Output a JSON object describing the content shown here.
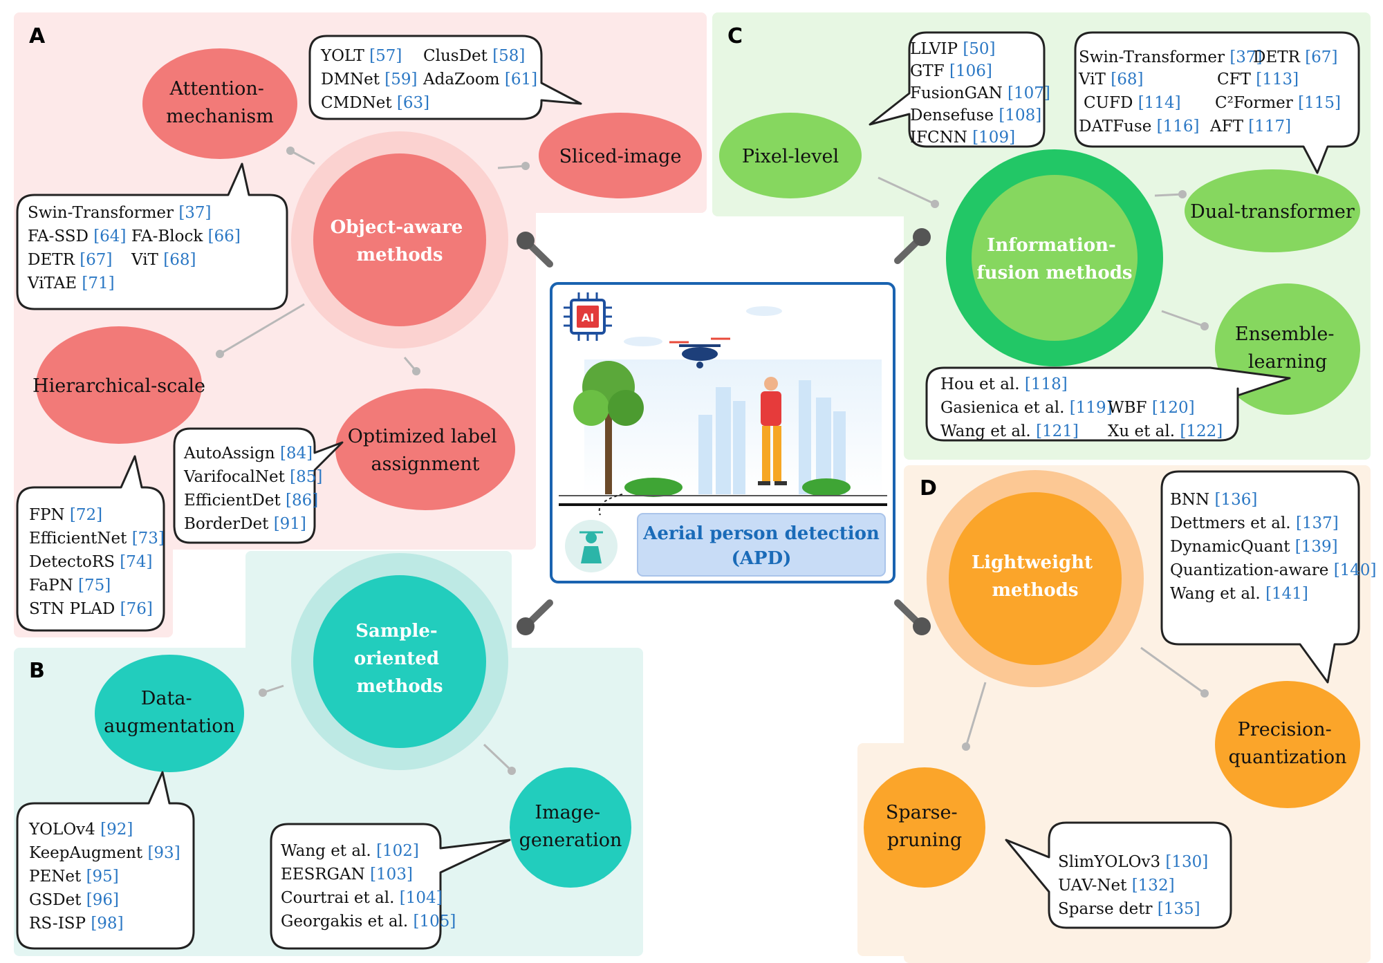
{
  "panels": {
    "a": "A",
    "b": "B",
    "c": "C",
    "d": "D"
  },
  "center": {
    "title_line1": "Aerial person detection",
    "title_line2": "(APD)",
    "chip_label": "AI"
  },
  "categories": {
    "object_aware": [
      "Object-aware",
      "methods"
    ],
    "sample_oriented": [
      "Sample-",
      "oriented",
      "methods"
    ],
    "info_fusion": [
      "Information-",
      "fusion methods"
    ],
    "lightweight": [
      "Lightweight",
      "methods"
    ]
  },
  "subtopics": {
    "attention": [
      "Attention-",
      "mechanism"
    ],
    "sliced": [
      "Sliced-image"
    ],
    "hierarchical": [
      "Hierarchical-scale"
    ],
    "optimized": [
      "Optimized label",
      "assignment"
    ],
    "data_aug": [
      "Data-",
      "augmentation"
    ],
    "image_gen": [
      "Image-",
      "generation"
    ],
    "pixel": [
      "Pixel-level"
    ],
    "dual": [
      "Dual-transformer"
    ],
    "ensemble": [
      "Ensemble-",
      "learning"
    ],
    "precision": [
      "Precision-",
      "quantization"
    ],
    "sparse": [
      "Sparse-",
      "pruning"
    ]
  },
  "refs": {
    "sliced": [
      {
        "name": "YOLT",
        "num": "[57]"
      },
      {
        "name": "ClusDet",
        "num": "[58]"
      },
      {
        "name": "DMNet",
        "num": "[59]"
      },
      {
        "name": "AdaZoom",
        "num": "[61]"
      },
      {
        "name": "CMDNet",
        "num": "[63]"
      }
    ],
    "attention": [
      {
        "name": "Swin-Transformer",
        "num": "[37]"
      },
      {
        "name": "FA-SSD",
        "num": "[64]"
      },
      {
        "name": "FA-Block",
        "num": "[66]"
      },
      {
        "name": "DETR",
        "num": "[67]"
      },
      {
        "name": "ViT",
        "num": "[68]"
      },
      {
        "name": "ViTAE",
        "num": "[71]"
      }
    ],
    "optimized": [
      {
        "name": "AutoAssign",
        "num": "[84]"
      },
      {
        "name": "VarifocalNet",
        "num": "[85]"
      },
      {
        "name": "EfficientDet",
        "num": "[86]"
      },
      {
        "name": "BorderDet",
        "num": "[91]"
      }
    ],
    "hierarchical": [
      {
        "name": "FPN",
        "num": "[72]"
      },
      {
        "name": "EfficientNet",
        "num": "[73]"
      },
      {
        "name": "DetectoRS",
        "num": "[74]"
      },
      {
        "name": "FaPN",
        "num": "[75]"
      },
      {
        "name": "STN PLAD",
        "num": "[76]"
      }
    ],
    "data_aug": [
      {
        "name": "YOLOv4",
        "num": "[92]"
      },
      {
        "name": "KeepAugment",
        "num": "[93]"
      },
      {
        "name": "PENet",
        "num": "[95]"
      },
      {
        "name": "GSDet",
        "num": "[96]"
      },
      {
        "name": "RS-ISP",
        "num": "[98]"
      }
    ],
    "image_gen": [
      {
        "name": "Wang et al.",
        "num": "[102]"
      },
      {
        "name": "EESRGAN",
        "num": "[103]"
      },
      {
        "name": "Courtrai et al.",
        "num": "[104]"
      },
      {
        "name": "Georgakis et al.",
        "num": "[105]"
      }
    ],
    "pixel": [
      {
        "name": "LLVIP",
        "num": "[50]"
      },
      {
        "name": "GTF",
        "num": "[106]"
      },
      {
        "name": "FusionGAN",
        "num": "[107]"
      },
      {
        "name": "Densefuse",
        "num": "[108]"
      },
      {
        "name": "IFCNN",
        "num": "[109]"
      }
    ],
    "dual": [
      {
        "name": "Swin-Transformer",
        "num": "[37]"
      },
      {
        "name": "DETR",
        "num": "[67]"
      },
      {
        "name": "ViT",
        "num": "[68]"
      },
      {
        "name": "CFT",
        "num": "[113]"
      },
      {
        "name": "CUFD",
        "num": "[114]"
      },
      {
        "name": "C²Former",
        "num": "[115]"
      },
      {
        "name": "DATFuse",
        "num": "[116]"
      },
      {
        "name": "AFT",
        "num": "[117]"
      }
    ],
    "ensemble": [
      {
        "name": "Hou et al.",
        "num": "[118]"
      },
      {
        "name": "Gasienica et al.",
        "num": "[119]"
      },
      {
        "name": "WBF",
        "num": "[120]"
      },
      {
        "name": "Wang et al.",
        "num": "[121]"
      },
      {
        "name": "Xu et al.",
        "num": "[122]"
      }
    ],
    "precision": [
      {
        "name": "BNN",
        "num": "[136]"
      },
      {
        "name": "Dettmers et al.",
        "num": "[137]"
      },
      {
        "name": "DynamicQuant",
        "num": "[139]"
      },
      {
        "name": "Quantization-aware",
        "num": "[140]"
      },
      {
        "name": "Wang et al.",
        "num": "[141]"
      }
    ],
    "sparse": [
      {
        "name": "SlimYOLOv3",
        "num": "[130]"
      },
      {
        "name": "UAV-Net",
        "num": "[132]"
      },
      {
        "name": "Sparse detr",
        "num": "[135]"
      }
    ]
  },
  "colors": {
    "panel_a_bg": "#fde9e9",
    "panel_b_bg": "#e3f5f2",
    "panel_c_bg": "#e7f7e3",
    "panel_d_bg": "#fdf1e4",
    "red": "#f27a78",
    "red_halo": "#fbd2d0",
    "teal": "#22cdbd",
    "teal_halo": "#bde9e4",
    "green_ring": "#22c766",
    "green": "#86d75f",
    "orange": "#fba52a",
    "orange_halo": "#fcc894",
    "ref_number": "#2a77c4",
    "apd_text": "#1a6bb8"
  }
}
